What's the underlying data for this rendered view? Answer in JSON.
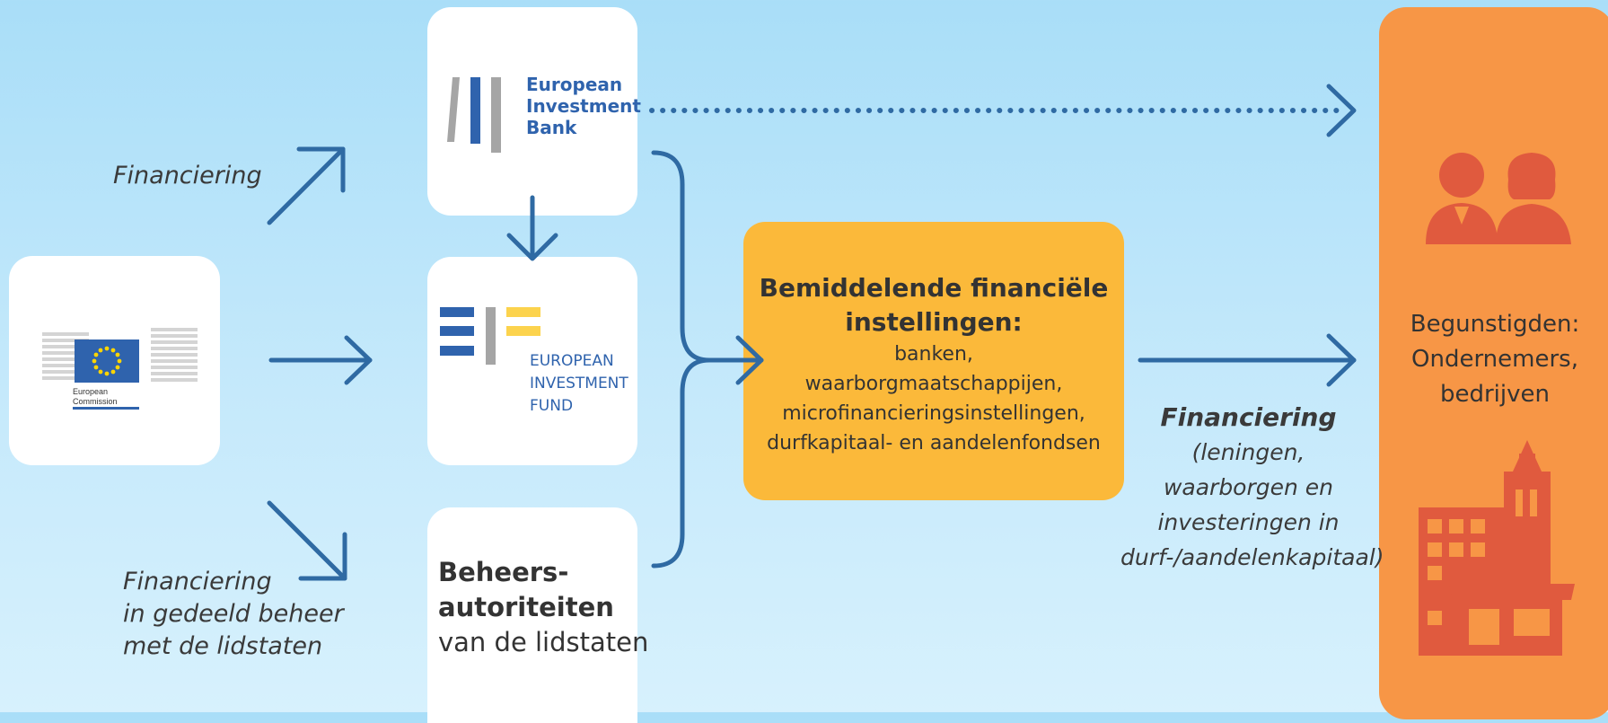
{
  "labels": {
    "financing_top": "Financiering",
    "financing_shared": [
      "Financiering",
      "in gedeeld beheer",
      "met de lidstaten"
    ]
  },
  "ec_logo": {
    "line1": "European",
    "line2": "Commission"
  },
  "eib_logo": {
    "line1": "European",
    "line2": "Investment",
    "line3": "Bank"
  },
  "eif_logo": {
    "line1": "EUROPEAN",
    "line2": "INVESTMENT",
    "line3": "FUND"
  },
  "managing_authorities": {
    "bold1": "Beheers-",
    "bold2": "autoriteiten",
    "rest": "van de lidstaten"
  },
  "intermediaries": {
    "title": [
      "Bemiddelende financiële",
      "instellingen:"
    ],
    "lines": [
      "banken,",
      "waarborgmaatschappijen,",
      "microfinancieringsinstellingen,",
      "durfkapitaal- en aandelenfondsen"
    ]
  },
  "financing_right": {
    "title": "Financiering",
    "lines": [
      "(leningen,",
      "waarborgen en",
      "investeringen in",
      "durf-/aandelenkapitaal)"
    ]
  },
  "beneficiaries": [
    "Begunstigden:",
    "Ondernemers,",
    "bedrijven"
  ],
  "colors": {
    "arrow": "#2f6aa3",
    "intermediary": "#fbb93a",
    "beneficiary": "#f79646",
    "icon": "#e05a3e",
    "eu_blue": "#2f63ad",
    "eu_yellow": "#ffd500",
    "eif_yellow": "#fcd34d"
  },
  "icons": [
    "european-commission-logo",
    "eib-logo",
    "eif-logo",
    "people-icon",
    "buildings-icon"
  ]
}
